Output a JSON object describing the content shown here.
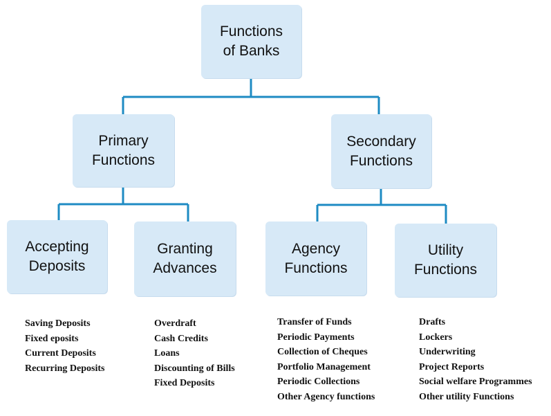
{
  "diagram": {
    "line_color": "#1e8bc3",
    "box_color": "#d7e9f7",
    "root": {
      "line1": "Functions",
      "line2": "of Banks"
    },
    "primary": {
      "line1": "Primary",
      "line2": "Functions"
    },
    "secondary": {
      "line1": "Secondary",
      "line2": "Functions"
    },
    "accepting": {
      "line1": "Accepting",
      "line2": "Deposits"
    },
    "granting": {
      "line1": "Granting",
      "line2": "Advances"
    },
    "agency": {
      "line1": "Agency",
      "line2": "Functions"
    },
    "utility": {
      "line1": "Utility",
      "line2": "Functions"
    },
    "accepting_items": [
      "Saving Deposits",
      "Fixed eposits",
      "Current Deposits",
      "Recurring Deposits"
    ],
    "granting_items": [
      "Overdraft",
      "Cash Credits",
      "Loans",
      "Discounting of Bills",
      "Fixed Deposits"
    ],
    "agency_items": [
      "Transfer of Funds",
      "Periodic Payments",
      "Collection of Cheques",
      "Portfolio Management",
      "Periodic Collections",
      "Other Agency functions"
    ],
    "utility_items": [
      "Drafts",
      "Lockers",
      "Underwriting",
      "Project Reports",
      "Social welfare Programmes",
      "Other utility Functions"
    ]
  }
}
